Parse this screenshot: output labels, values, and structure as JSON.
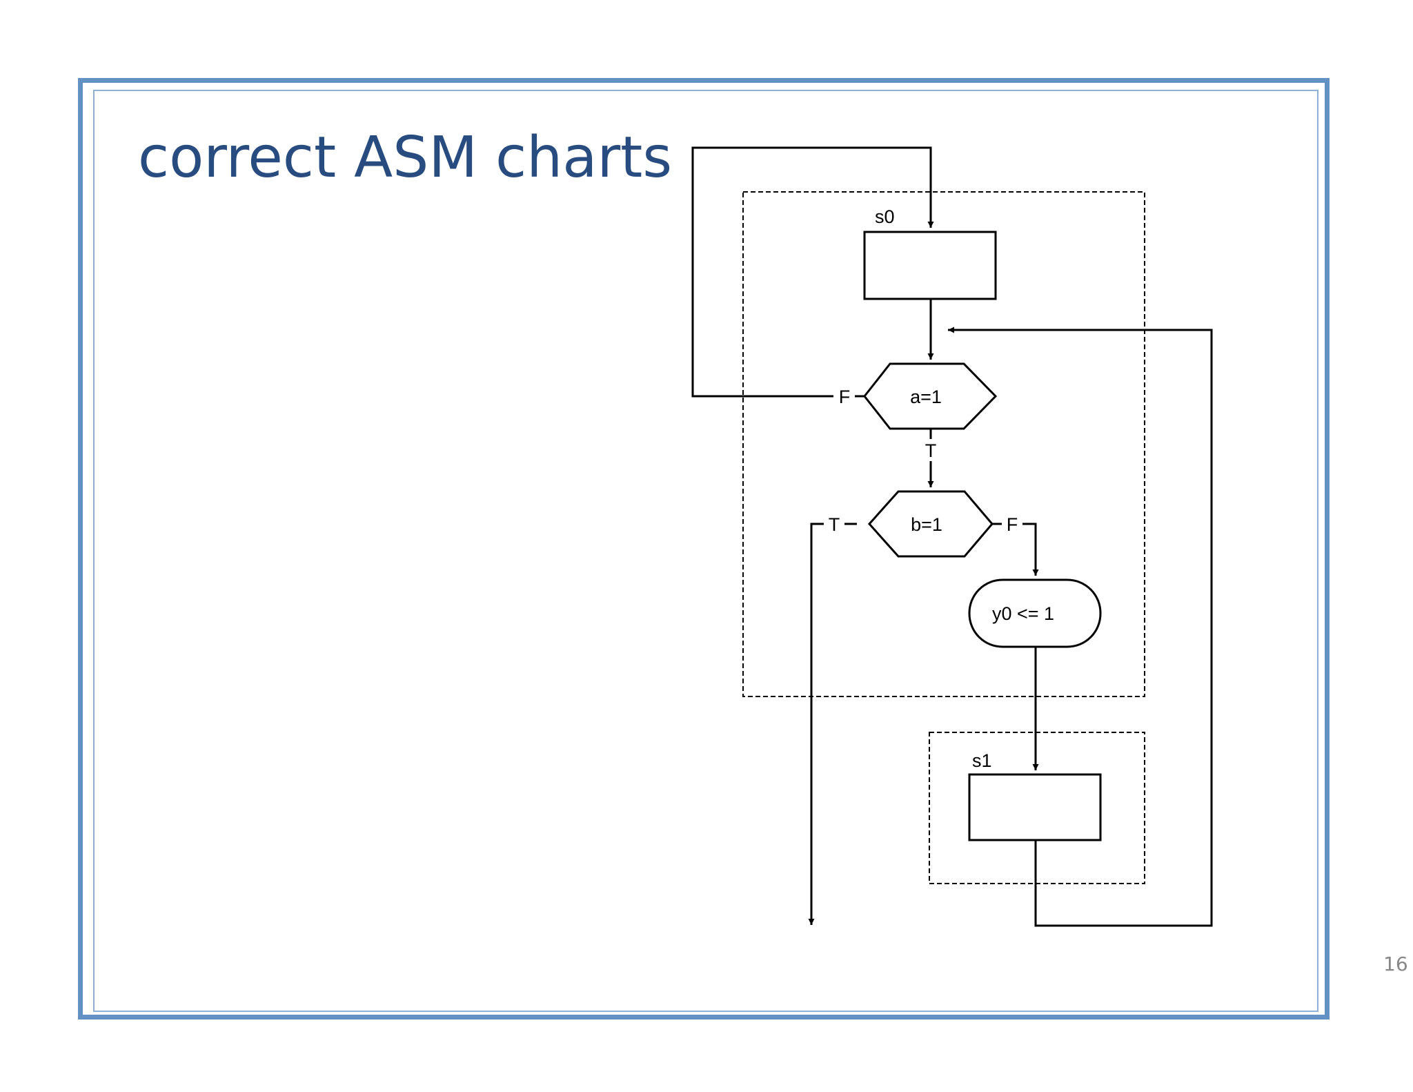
{
  "slide": {
    "title": "correct ASM charts",
    "page_number": "16"
  },
  "diagram": {
    "states": [
      {
        "label": "s0"
      },
      {
        "label": "s1"
      }
    ],
    "decisions": [
      {
        "condition": "a=1",
        "true_label": "T",
        "false_label": "F"
      },
      {
        "condition": "b=1",
        "true_label": "T",
        "false_label": "F"
      }
    ],
    "conditional_output": {
      "text": "y0 <= 1"
    }
  },
  "colors": {
    "frame": "#6391c4",
    "title": "#284c80"
  }
}
